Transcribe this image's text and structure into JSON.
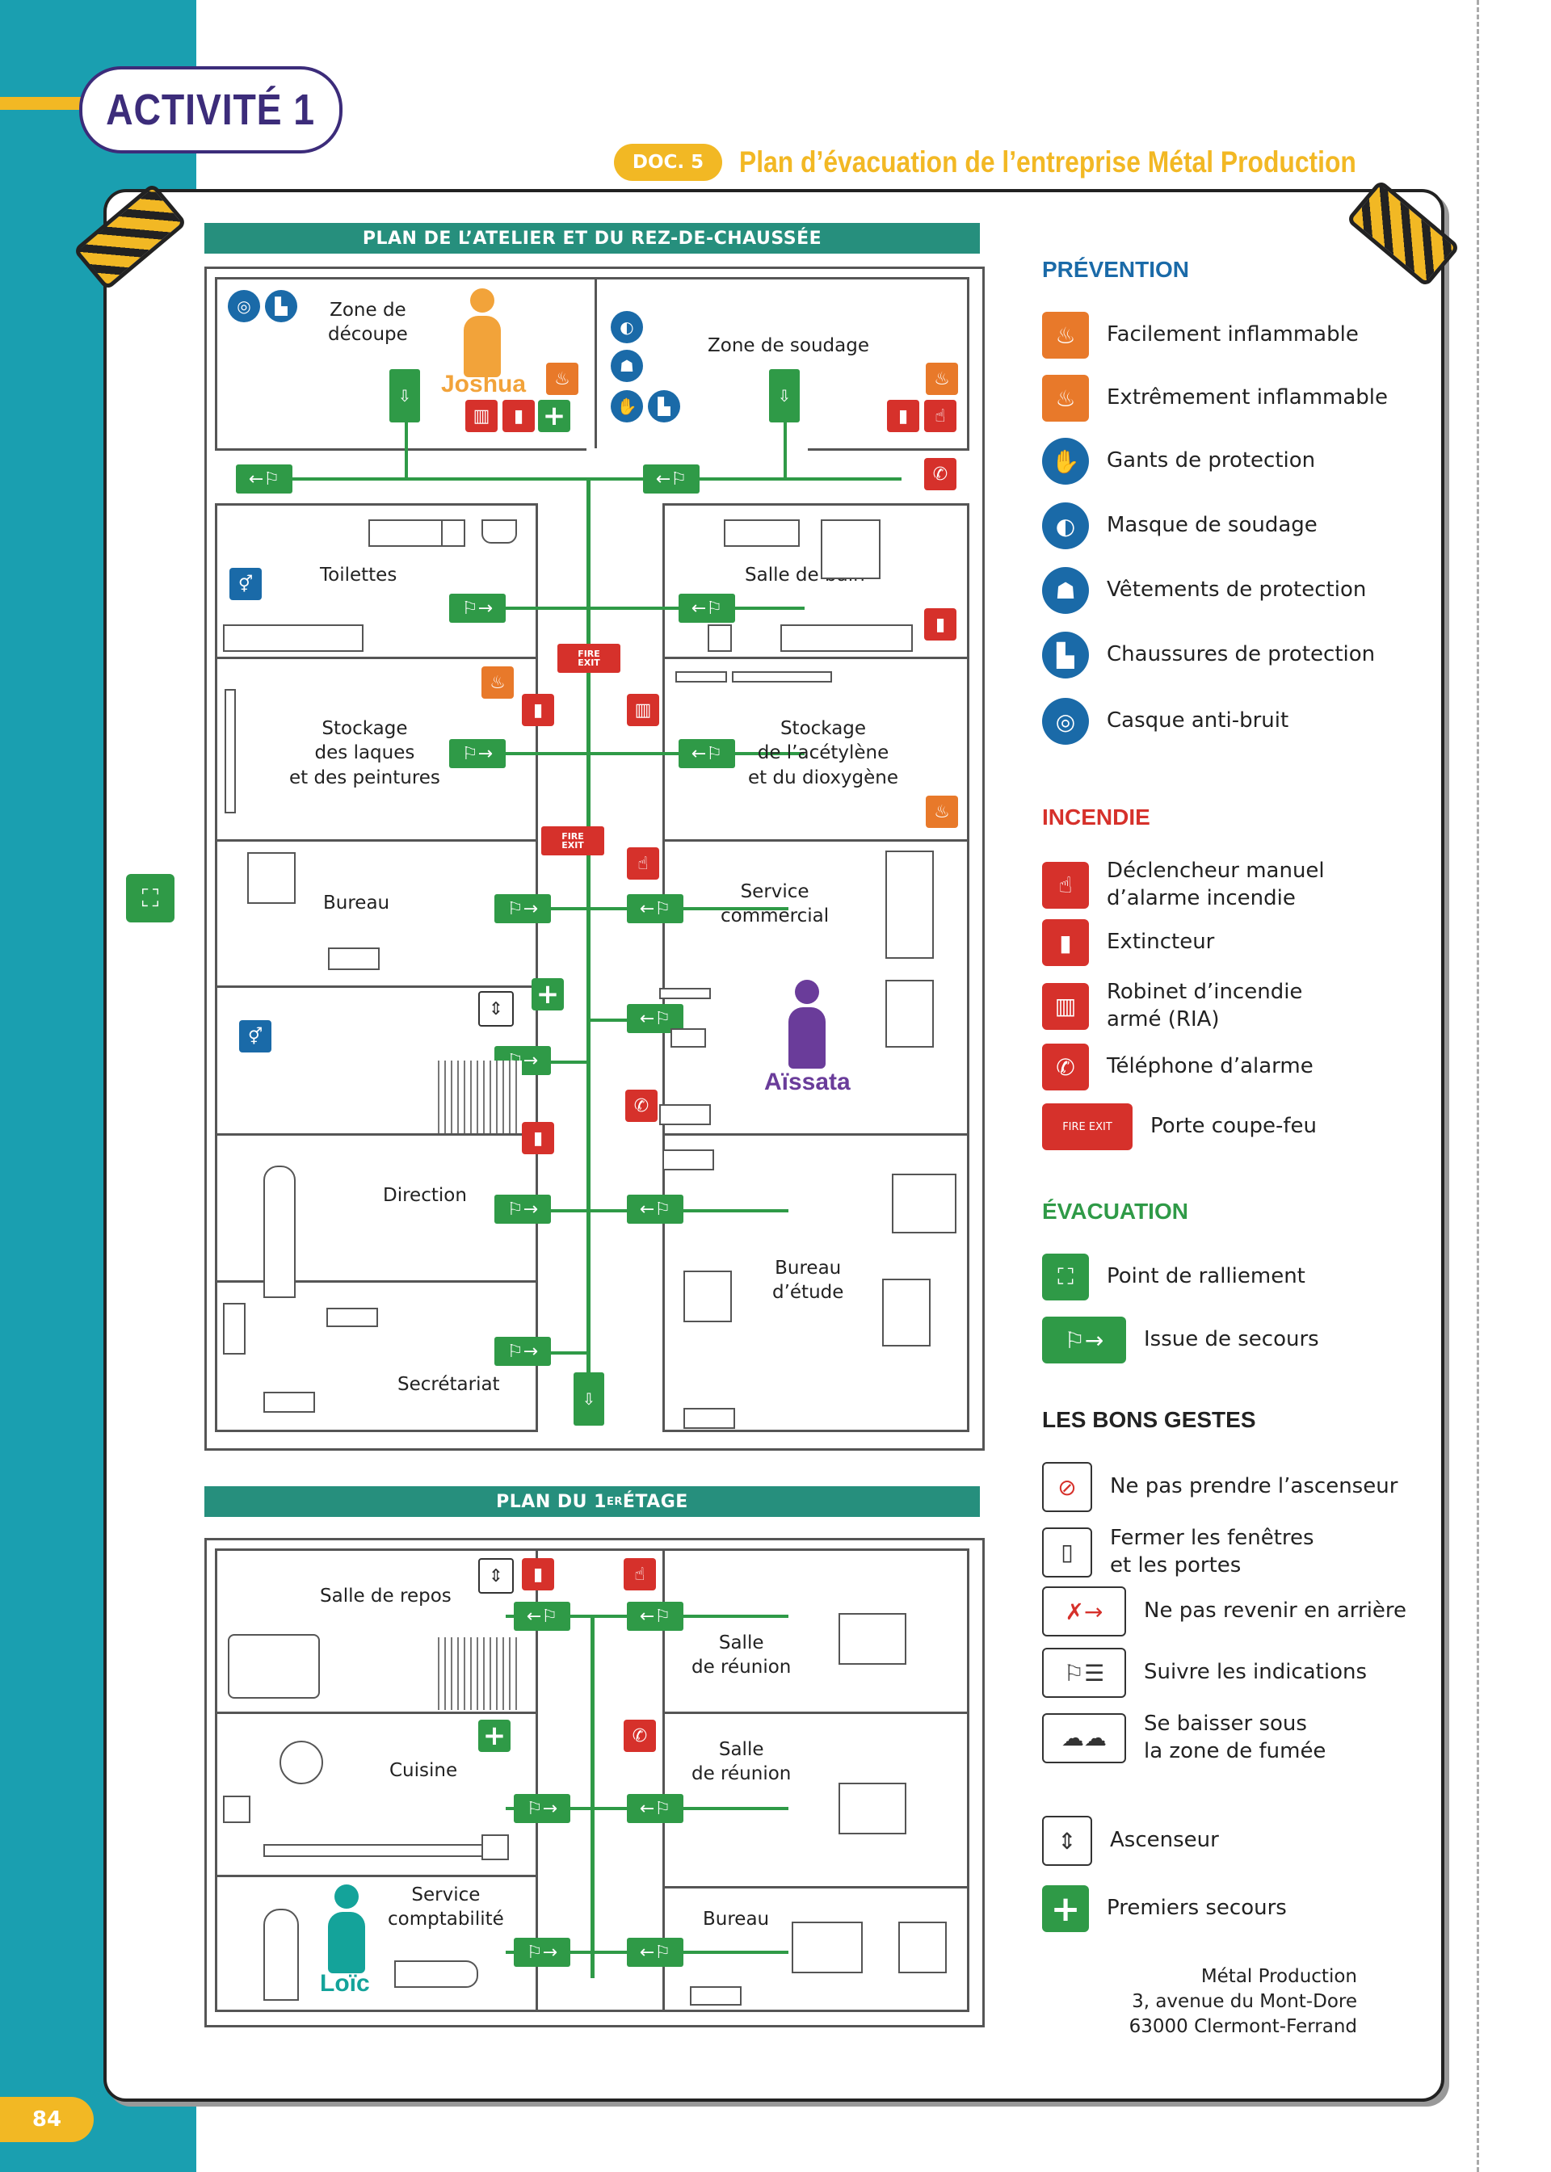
{
  "activity": {
    "label": "ACTIVITÉ 1"
  },
  "doc": {
    "badge": "DOC. 5",
    "title": "Plan d’évacuation de l’entreprise Métal Production"
  },
  "plan_ground": {
    "header_main": "PLAN DE L’ATELIER ET DU REZ-DE-CHAUSSÉE",
    "rooms": {
      "zone_decoupe": "Zone de\ndécoupe",
      "zone_soudage": "Zone de soudage",
      "toilettes": "Toilettes",
      "salle_bain": "Salle de bain",
      "stockage_laques": "Stockage\ndes laques\net des peintures",
      "stockage_acetylene": "Stockage\nde l’acétylène\net du dioxygène",
      "bureau": "Bureau",
      "service_commercial": "Service\ncommercial",
      "direction": "Direction",
      "bureau_etude": "Bureau\nd’étude",
      "secretariat": "Secrétariat"
    },
    "people": {
      "joshua": "Joshua",
      "aissata": "Aïssata"
    }
  },
  "plan_first": {
    "header_main": "PLAN DU 1",
    "header_sup": "ER",
    "header_end": " ÉTAGE",
    "rooms": {
      "salle_repos": "Salle de repos",
      "salle_reunion_1": "Salle\nde réunion",
      "cuisine": "Cuisine",
      "salle_reunion_2": "Salle\nde réunion",
      "service_comptabilite": "Service\ncomptabilité",
      "bureau": "Bureau"
    },
    "people": {
      "loic": "Loïc"
    }
  },
  "signs": {
    "fire_exit": "FIRE\nEXIT"
  },
  "legend": {
    "prevention": {
      "title": "PRÉVENTION",
      "items": [
        {
          "icon": "flame-icon",
          "label": "Facilement inflammable"
        },
        {
          "icon": "flame-plus-icon",
          "label": "Extrêmement inflammable"
        },
        {
          "icon": "gloves-icon",
          "label": "Gants de protection"
        },
        {
          "icon": "welding-mask-icon",
          "label": "Masque de soudage"
        },
        {
          "icon": "coverall-icon",
          "label": "Vêtements de protection"
        },
        {
          "icon": "boots-icon",
          "label": "Chaussures de protection"
        },
        {
          "icon": "ear-muffs-icon",
          "label": "Casque anti-bruit"
        }
      ]
    },
    "incendie": {
      "title": "INCENDIE",
      "items": [
        {
          "icon": "alarm-button-icon",
          "label": "Déclencheur manuel\nd’alarme incendie"
        },
        {
          "icon": "extinguisher-icon",
          "label": "Extincteur"
        },
        {
          "icon": "fire-hose-icon",
          "label": "Robinet d’incendie\narmé (RIA)"
        },
        {
          "icon": "phone-icon",
          "label": "Téléphone d’alarme"
        },
        {
          "icon": "fire-door-icon",
          "label": "Porte coupe-feu"
        }
      ]
    },
    "evacuation": {
      "title": "ÉVACUATION",
      "items": [
        {
          "icon": "assembly-point-icon",
          "label": "Point de ralliement"
        },
        {
          "icon": "emergency-exit-icon",
          "label": "Issue de secours"
        }
      ]
    },
    "bons_gestes": {
      "title": "LES BONS GESTES",
      "items": [
        {
          "icon": "no-elevator-icon",
          "label": "Ne pas prendre l’ascenseur"
        },
        {
          "icon": "close-door-icon",
          "label": "Fermer les fenêtres\net les portes"
        },
        {
          "icon": "no-return-icon",
          "label": "Ne pas revenir en arrière"
        },
        {
          "icon": "follow-signs-icon",
          "label": "Suivre les indications"
        },
        {
          "icon": "smoke-crouch-icon",
          "label": "Se baisser sous\nla zone de fumée"
        }
      ]
    },
    "other": {
      "items": [
        {
          "icon": "elevator-icon",
          "label": "Ascenseur"
        },
        {
          "icon": "first-aid-icon",
          "label": "Premiers secours"
        }
      ]
    }
  },
  "address": {
    "line1": "Métal Production",
    "line2": "3, avenue du Mont-Dore",
    "line3": "63000 Clermont-Ferrand"
  },
  "page": {
    "number": "84"
  },
  "colors": {
    "teal": "#1a9fb0",
    "yellow": "#f2b824",
    "purple": "#3c2c7a",
    "green": "#2f9a47",
    "red": "#d6312b",
    "orange": "#e8792a",
    "blue": "#1a6aa8",
    "header_green": "#268f7d"
  }
}
